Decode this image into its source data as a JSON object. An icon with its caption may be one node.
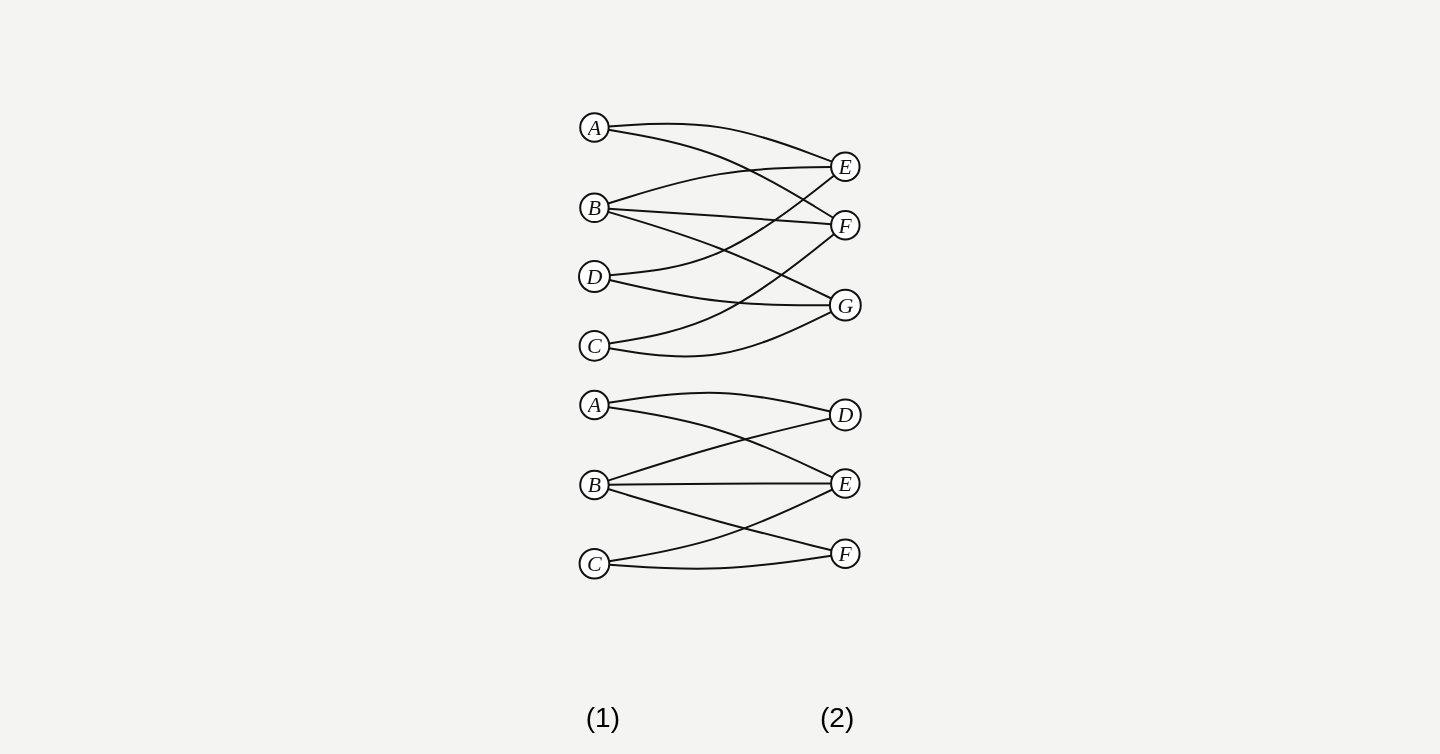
{
  "diagram": {
    "nodes": [
      {
        "text": [
          "A"
        ]
      },
      {
        "text": [
          "B"
        ]
      },
      {
        "text": [
          "C"
        ]
      },
      {
        "text": [
          "D"
        ]
      },
      {
        "text": [
          "E"
        ]
      },
      {
        "text": [
          "F"
        ]
      },
      {
        "text": [
          "G"
        ]
      },
      {
        "text": [
          "A"
        ]
      },
      {
        "text": [
          "B"
        ]
      },
      {
        "text": [
          "C"
        ]
      },
      {
        "text": [
          "D"
        ]
      },
      {
        "text": [
          "E"
        ]
      },
      {
        "text": [
          "F"
        ]
      }
    ],
    "edges": [
      {
        "from": 0,
        "to": 4,
        "arrow": "none"
      },
      {
        "from": 0,
        "to": 5,
        "arrow": "none"
      },
      {
        "from": 1,
        "to": 4,
        "arrow": "none"
      },
      {
        "from": 1,
        "to": 5,
        "arrow": "none"
      },
      {
        "from": 1,
        "to": 6,
        "arrow": "none"
      },
      {
        "from": 2,
        "to": 5,
        "arrow": "none"
      },
      {
        "from": 2,
        "to": 6,
        "arrow": "none"
      },
      {
        "from": 3,
        "to": 4,
        "arrow": "none"
      },
      {
        "from": 3,
        "to": 6,
        "arrow": "none"
      },
      {
        "from": 7,
        "to": 10,
        "arrow": "none"
      },
      {
        "from": 7,
        "to": 11,
        "arrow": "none"
      },
      {
        "from": 8,
        "to": 10,
        "arrow": "none"
      },
      {
        "from": 8,
        "to": 11,
        "arrow": "none"
      },
      {
        "from": 8,
        "to": 12,
        "arrow": "none"
      },
      {
        "from": 9,
        "to": 11,
        "arrow": "none"
      },
      {
        "from": 9,
        "to": 12,
        "arrow": "none"
      }
    ],
    "labels": [
      "(1)",
      "(2)"
    ]
  }
}
